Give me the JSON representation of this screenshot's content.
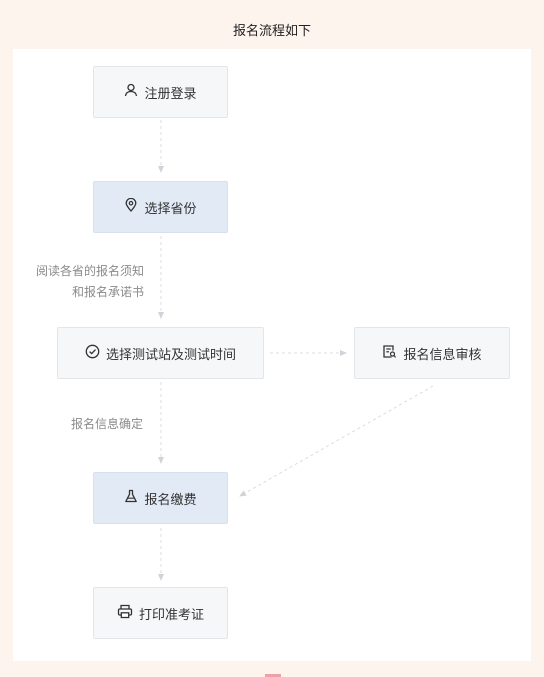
{
  "page": {
    "title": "报名流程如下"
  },
  "steps": {
    "register": "注册登录",
    "province": "选择省份",
    "site_time": "选择测试站及测试时间",
    "review": "报名信息审核",
    "payment": "报名缴费",
    "print": "打印准考证"
  },
  "notes": {
    "read_line1": "阅读各省的报名须知",
    "read_line2": "和报名承诺书",
    "confirm": "报名信息确定"
  },
  "icons": {
    "register": "user-icon",
    "province": "location-pin-icon",
    "site_time": "check-circle-icon",
    "review": "document-review-icon",
    "payment": "flask-icon",
    "print": "printer-icon"
  },
  "colors": {
    "page_bg": "#fdf4ee",
    "plain_node": "#f6f7f9",
    "highlight_node": "#e2eaf5",
    "connector": "#d0d4d9"
  }
}
